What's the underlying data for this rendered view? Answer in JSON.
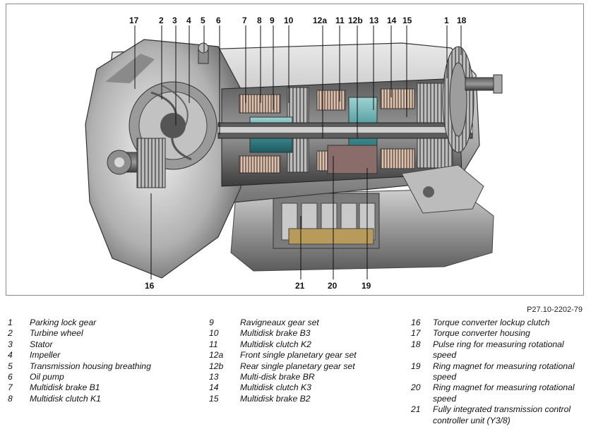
{
  "figure": {
    "callouts": [
      {
        "id": "17"
      },
      {
        "id": "2"
      },
      {
        "id": "3"
      },
      {
        "id": "4"
      },
      {
        "id": "5"
      },
      {
        "id": "6"
      },
      {
        "id": "7"
      },
      {
        "id": "8"
      },
      {
        "id": "9"
      },
      {
        "id": "10"
      },
      {
        "id": "12a"
      },
      {
        "id": "11"
      },
      {
        "id": "12b"
      },
      {
        "id": "13"
      },
      {
        "id": "14"
      },
      {
        "id": "15"
      },
      {
        "id": "1"
      },
      {
        "id": "18"
      },
      {
        "id": "16"
      },
      {
        "id": "21"
      },
      {
        "id": "20"
      },
      {
        "id": "19"
      }
    ],
    "reference_code": "P27.10-2202-79"
  },
  "legend": {
    "columns": [
      [
        {
          "num": "1",
          "text": "Parking lock gear"
        },
        {
          "num": "2",
          "text": "Turbine wheel"
        },
        {
          "num": "3",
          "text": "Stator"
        },
        {
          "num": "4",
          "text": "Impeller"
        },
        {
          "num": "5",
          "text": "Transmission housing breathing"
        },
        {
          "num": "6",
          "text": "Oil pump"
        },
        {
          "num": "7",
          "text": "Multidisk brake B1"
        },
        {
          "num": "8",
          "text": "Multidisk clutch K1"
        }
      ],
      [
        {
          "num": "9",
          "text": "Ravigneaux gear set"
        },
        {
          "num": "10",
          "text": "Multidisk brake B3"
        },
        {
          "num": "11",
          "text": "Multidisk clutch K2"
        },
        {
          "num": "12a",
          "text": "Front single planetary gear set"
        },
        {
          "num": "12b",
          "text": "Rear single planetary gear set"
        },
        {
          "num": "13",
          "text": "Multi-disk brake BR"
        },
        {
          "num": "14",
          "text": "Multidisk clutch K3"
        },
        {
          "num": "15",
          "text": "Multidisk brake B2"
        }
      ],
      [
        {
          "num": "16",
          "text": "Torque converter lockup clutch"
        },
        {
          "num": "17",
          "text": "Torque converter housing"
        },
        {
          "num": "18",
          "text": "Pulse ring for measuring rotational speed"
        },
        {
          "num": "19",
          "text": "Ring magnet for measuring rotational speed"
        },
        {
          "num": "20",
          "text": "Ring magnet for measuring rotational speed"
        },
        {
          "num": "21",
          "text": "Fully integrated transmission control controller unit (Y3/8)"
        }
      ]
    ]
  }
}
